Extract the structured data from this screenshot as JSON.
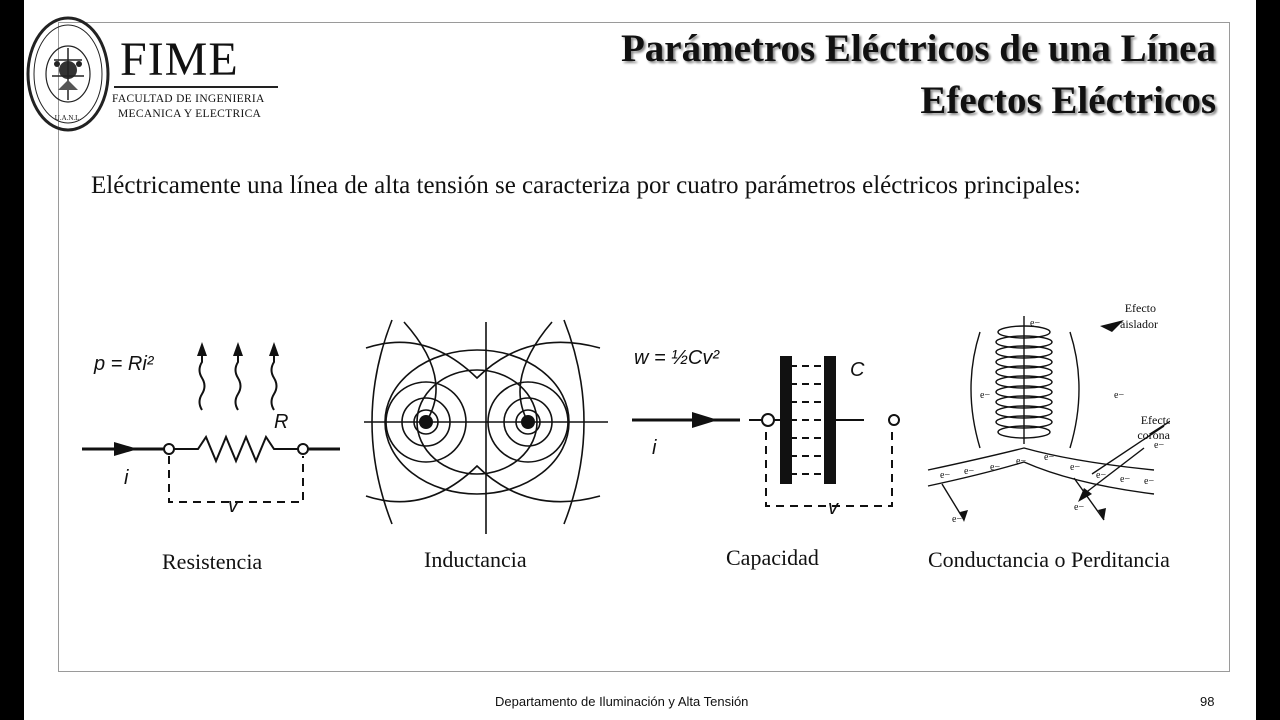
{
  "logo": {
    "title": "FIME",
    "subtitle_line1": "FACULTAD DE INGENIERIA",
    "subtitle_line2": "MECANICA Y ELECTRICA",
    "seal_text": "U.A.N.L."
  },
  "slide_title": {
    "line1": "Parámetros Eléctricos de una Línea",
    "line2": "Efectos Eléctricos"
  },
  "intro_text": "Eléctricamente una línea de alta tensión se caracteriza por cuatro parámetros eléctricos principales:",
  "figures": {
    "resistance": {
      "formula": "p = Ri²",
      "label_R": "R",
      "label_i": "i",
      "label_v": "v",
      "caption": "Resistencia"
    },
    "inductance": {
      "caption": "Inductancia"
    },
    "capacitance": {
      "formula": "w = ½Cv²",
      "label_C": "C",
      "label_i": "i",
      "label_v": "v",
      "caption": "Capacidad"
    },
    "conductance": {
      "label_aislador_1": "Efecto",
      "label_aislador_2": "aislador",
      "label_corona_1": "Efecto",
      "label_corona_2": "corona",
      "electron": "e−",
      "caption": "Conductancia o Perditancia"
    }
  },
  "footer": {
    "department": "Departamento de Iluminación y Alta Tensión",
    "page_number": "98"
  }
}
